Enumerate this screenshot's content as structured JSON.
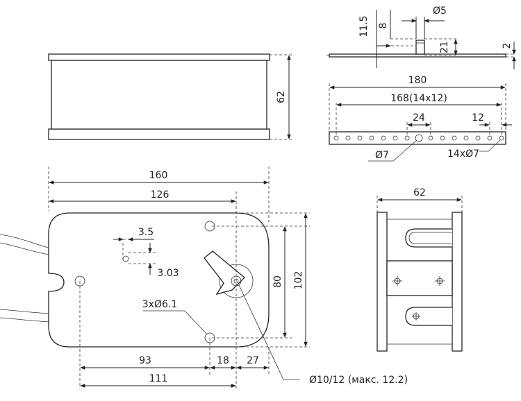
{
  "dimensions": {
    "top_height": "62",
    "pin_offset": "11.5",
    "pin_step": "8",
    "pin_diameter": "Ø5",
    "pin_height": "21",
    "plate_thickness": "2",
    "plate_length": "180",
    "holes_span": "168(14x12)",
    "center_gap": "24",
    "hole_pitch": "12",
    "center_hole": "Ø7",
    "hole_count": "14xØ7",
    "width_160": "160",
    "width_126": "126",
    "side_width": "62",
    "small_offset_x": "3.5",
    "small_offset_y": "3.03",
    "holes_3x": "3xØ6.1",
    "height_80": "80",
    "height_102": "102",
    "dist_93": "93",
    "dist_18": "18",
    "dist_27": "27",
    "dist_111": "111",
    "shaft_note": "Ø10/12 (макс. 12.2)"
  }
}
